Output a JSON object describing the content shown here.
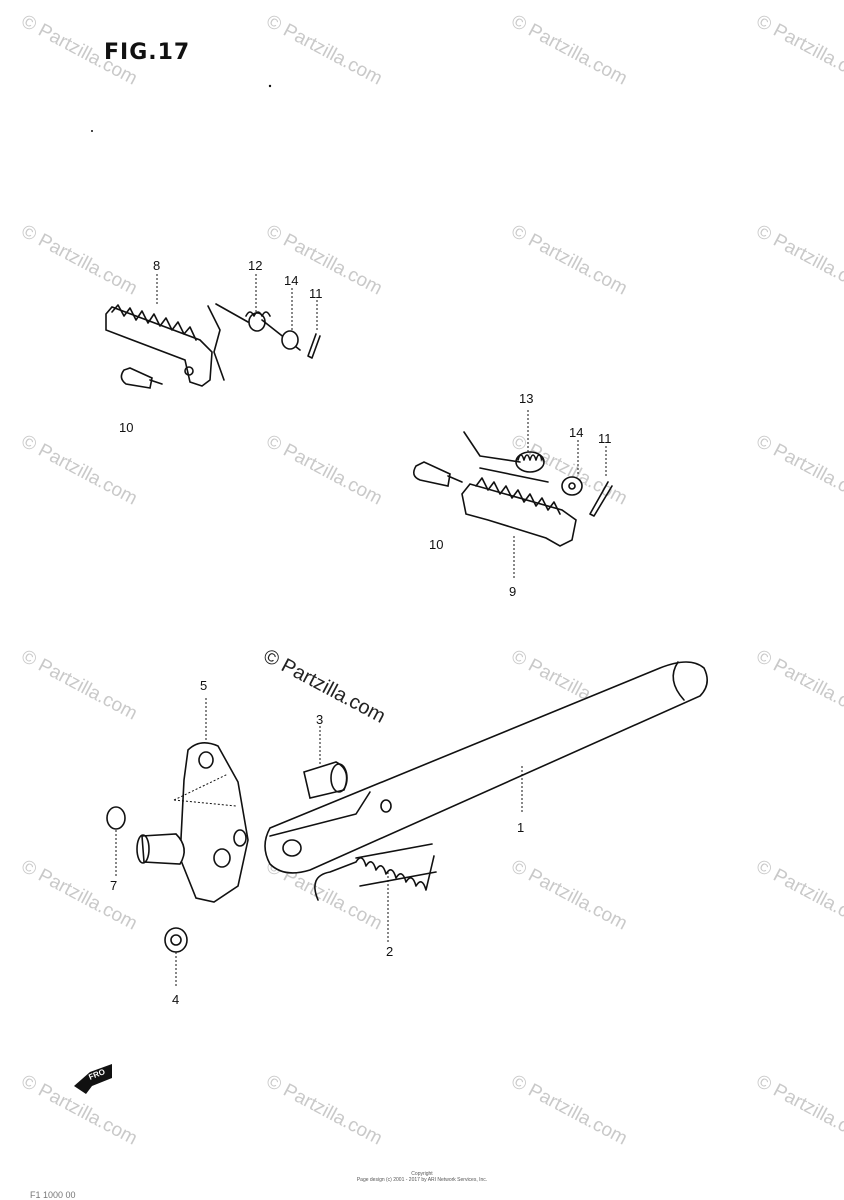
{
  "figure": {
    "title": "FIG.17",
    "callouts": [
      "1",
      "2",
      "3",
      "4",
      "5",
      "7",
      "8",
      "9",
      "10",
      "10",
      "11",
      "11",
      "12",
      "13",
      "14",
      "14"
    ]
  },
  "watermark": {
    "text": "© Partzilla.com",
    "center_text": "© Partzilla.com"
  },
  "front_marker": {
    "text": "FRO"
  },
  "footer": {
    "line1": "Copyright",
    "line2": "Page design (c) 2001 - 2017 by ARI Network Services, Inc.",
    "code": "F1 1000 00"
  }
}
